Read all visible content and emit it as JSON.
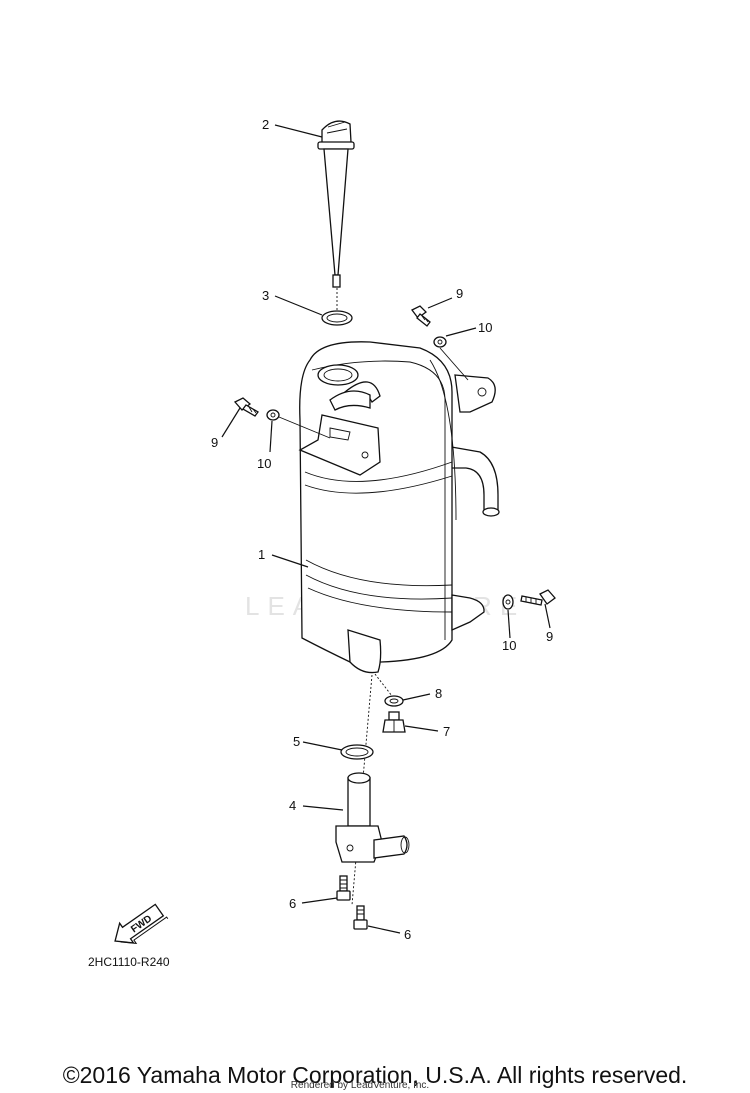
{
  "callouts": [
    "1",
    "2",
    "3",
    "4",
    "5",
    "6",
    "6",
    "7",
    "8",
    "9",
    "9",
    "10",
    "10",
    "10"
  ],
  "part_code": "2HC1110-R240",
  "fwd_label": "FWD",
  "copyright": "©2016 Yamaha Motor Corporation, U.S.A. All rights reserved.",
  "rendered_by": "Rendered by LeadVenture, Inc.",
  "watermark": "LEADVENTURE"
}
